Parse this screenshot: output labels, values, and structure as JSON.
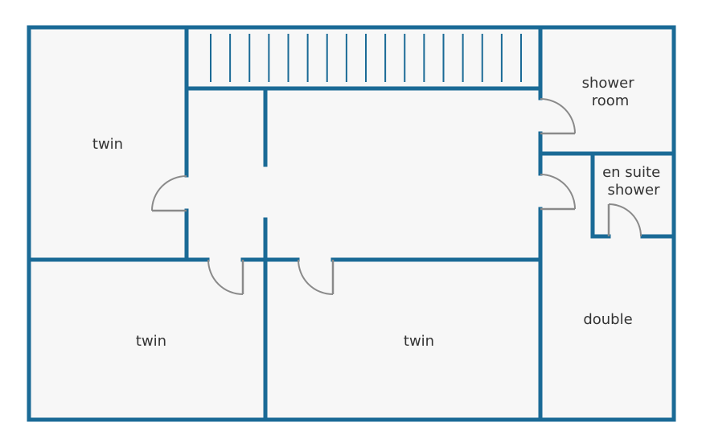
{
  "colors": {
    "wall": "#1a6a96",
    "floor": "#f7f7f7",
    "door": "#8a8a8a",
    "text": "#333333"
  },
  "rooms": {
    "twin_top_left": [
      "twin"
    ],
    "shower_room": [
      "shower",
      "room"
    ],
    "en_suite": [
      "en suite",
      "shower"
    ],
    "double": [
      "double"
    ],
    "twin_bottom_left": [
      "twin"
    ],
    "twin_bottom_middle": [
      "twin"
    ]
  },
  "staircase": {
    "step_lines": 17
  },
  "door_count": 6
}
